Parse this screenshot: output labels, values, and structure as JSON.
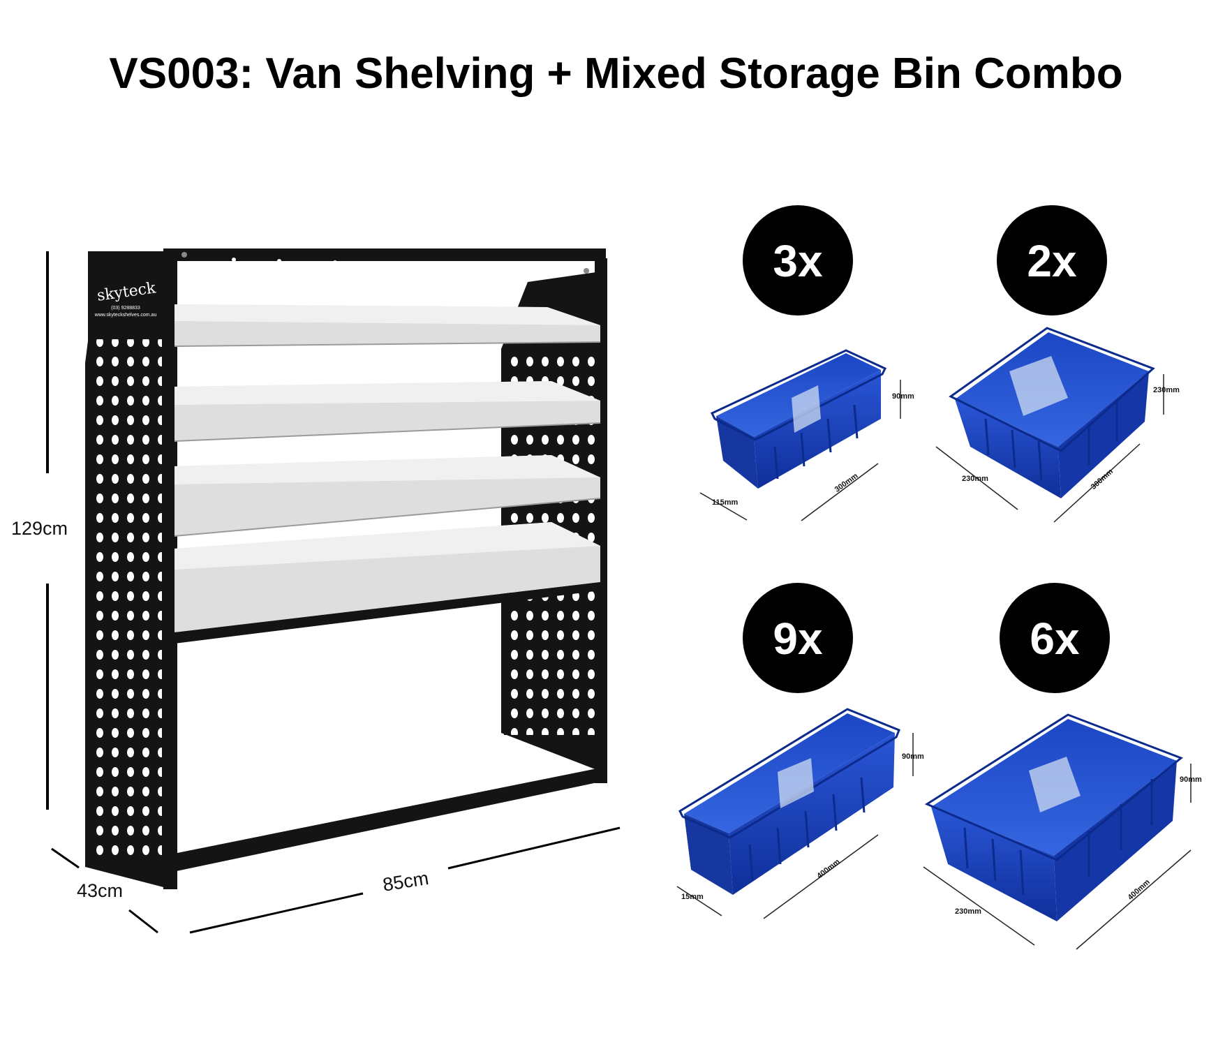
{
  "title": "VS003: Van Shelving + Mixed Storage Bin Combo",
  "shelving": {
    "brand": "skyteck",
    "brand_phone": "(03) 9288833",
    "brand_site": "www.skyteckshelves.com.au",
    "height_label": "129cm",
    "width_label": "85cm",
    "depth_label": "43cm"
  },
  "bins": [
    {
      "quantity": "3x",
      "dim_width": "115mm",
      "dim_length": "300mm",
      "dim_height": "90mm"
    },
    {
      "quantity": "2x",
      "dim_width": "230mm",
      "dim_length": "300mm",
      "dim_height": "230mm"
    },
    {
      "quantity": "9x",
      "dim_width": "15mm",
      "dim_length": "400mm",
      "dim_height": "90mm"
    },
    {
      "quantity": "6x",
      "dim_width": "230mm",
      "dim_length": "400mm",
      "dim_height": "90mm"
    }
  ],
  "colors": {
    "frame": "#111111",
    "shelf": "#d9d9d9",
    "bin": "#1740b8",
    "badge": "#000000"
  }
}
